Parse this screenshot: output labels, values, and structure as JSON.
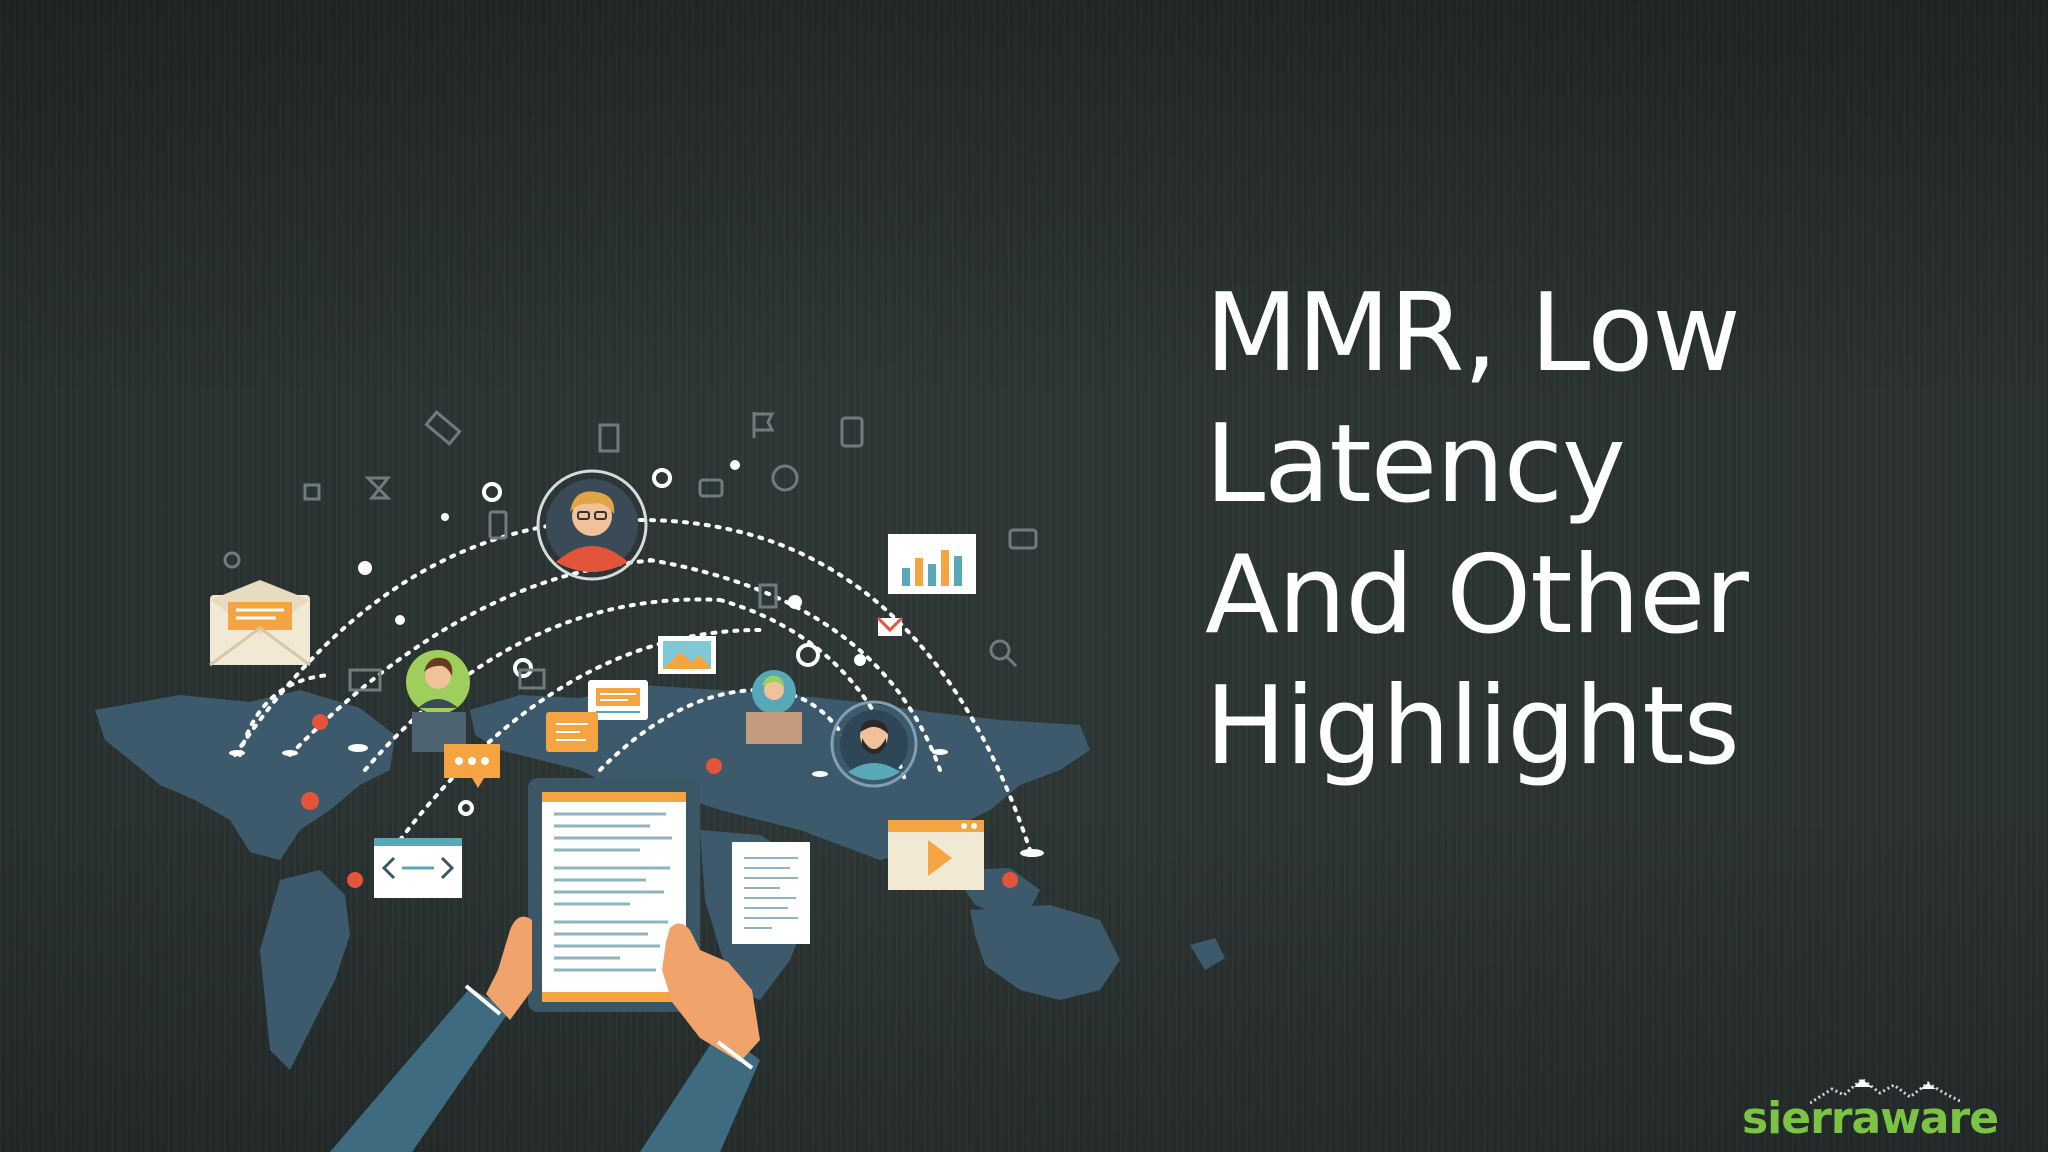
{
  "slide": {
    "headline_lines": [
      "MMR, Low",
      "Latency",
      "And Other",
      "Highlights"
    ]
  },
  "brand": {
    "name": "sierraware",
    "color": "#7cc245"
  },
  "illustration": {
    "description_icons": [
      "world-map",
      "tablet",
      "hands",
      "avatars",
      "envelope",
      "bar-chart",
      "chat-bubbles",
      "video-player",
      "document",
      "code-window",
      "location-pins"
    ]
  },
  "colors": {
    "background": "#2c3432",
    "headline": "#ffffff",
    "map": "#3d5a6c",
    "accent_orange": "#f5a442",
    "accent_teal": "#58a8b8"
  }
}
